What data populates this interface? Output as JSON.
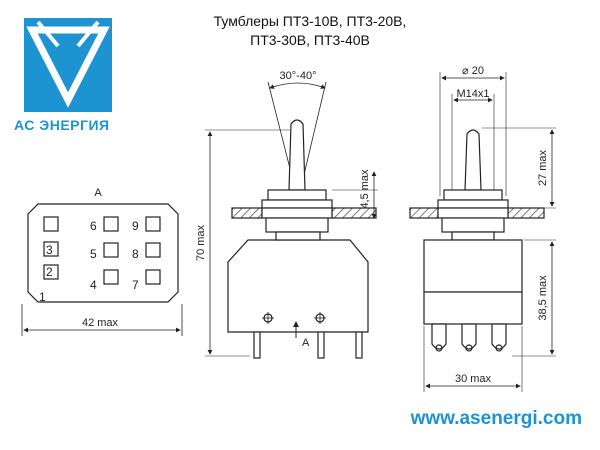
{
  "title": {
    "line1": "Тумблеры ПТ3-10В, ПТ3-20В,",
    "line2": "ПТ3-30В, ПТ3-40В"
  },
  "brand": {
    "name": "АС ЭНЕРГИЯ",
    "website": "www.asenergi.com",
    "logo_icon": "triangle-v-logo-icon",
    "accent_color": "#1e93d1"
  },
  "bottom_view": {
    "view_label": "A",
    "width_label": "42 max",
    "terminals": [
      "1",
      "2",
      "3",
      "4",
      "5",
      "6",
      "7",
      "8",
      "9"
    ]
  },
  "front_view": {
    "angle_label": "30°-40°",
    "height_label": "70 max",
    "panel_label": "4,5 max",
    "arrow_label": "A"
  },
  "side_view": {
    "diameter_label": "⌀ 20",
    "thread_label": "M14x1",
    "lever_label": "27 max",
    "body_label": "38,5 max",
    "width_label": "30 max"
  }
}
